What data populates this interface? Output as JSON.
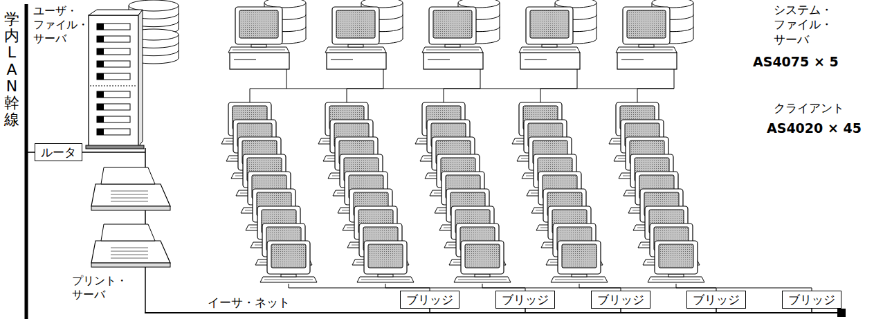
{
  "diagram": {
    "nodes": [
      {
        "text": [
          "ルータ"
        ]
      },
      {
        "text": [
          "ブリッジ"
        ]
      },
      {
        "text": [
          "ブリッジ"
        ]
      },
      {
        "text": [
          "ブリッジ"
        ]
      },
      {
        "text": [
          "ブリッジ"
        ]
      },
      {
        "text": [
          "ブリッジ"
        ]
      }
    ],
    "labels": [
      "学内LAN幹線",
      "ユーザ・ファイル・サーバ",
      "プリント・サーバ",
      "イーサ・ネット",
      "システム・ファイル・サーバ",
      "AS4075 × 5",
      "クライアント",
      "AS4020 × 45"
    ]
  }
}
